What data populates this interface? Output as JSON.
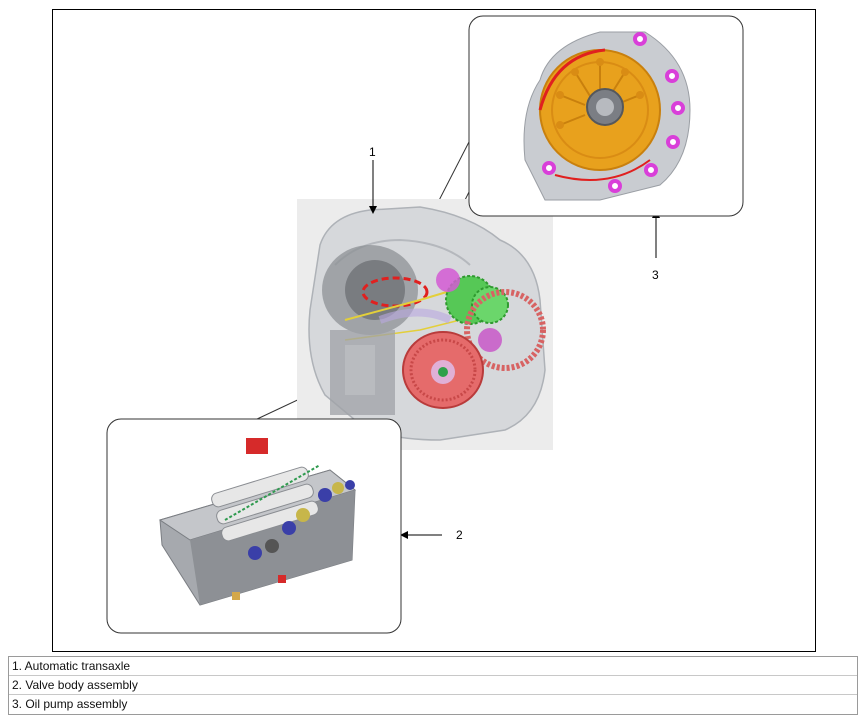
{
  "callouts": {
    "c1": "1",
    "c2": "2",
    "c3": "3"
  },
  "legend": {
    "items": [
      "1. Automatic transaxle",
      "2. Valve body assembly",
      "3. Oil pump assembly"
    ]
  },
  "colors": {
    "housing": "#c9ccd1",
    "pump_body": "#e8a11d",
    "bolts": "#d93fd9",
    "gear_green": "#4fc24f",
    "drum_red": "#e35a5a",
    "valve_body": "#9a9da2",
    "solenoid_blue": "#3a3fa8",
    "solenoid_yellow": "#c7b64a"
  }
}
